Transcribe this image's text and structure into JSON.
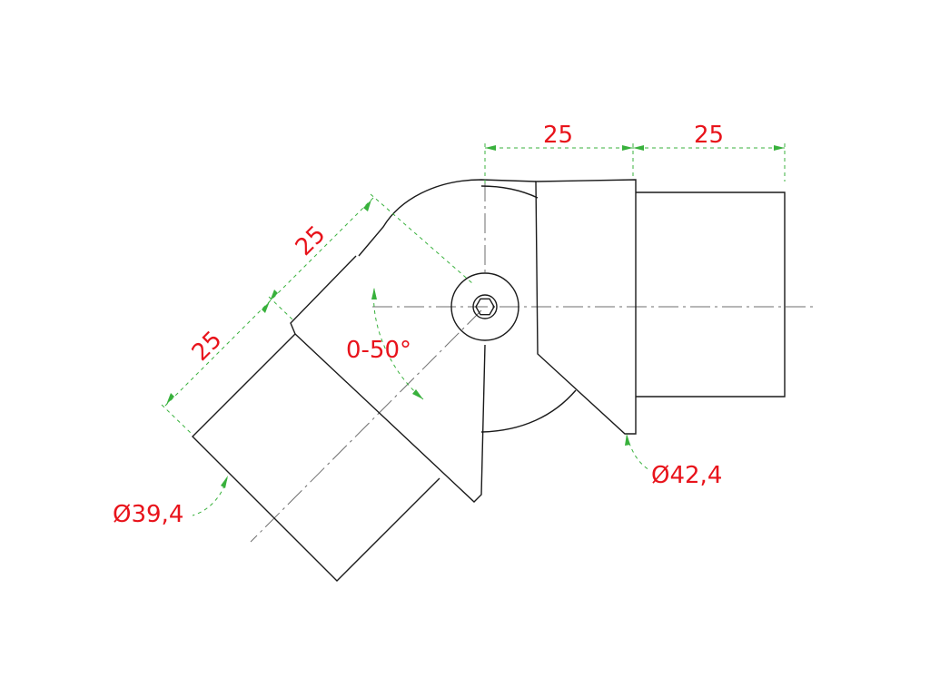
{
  "dimensions": {
    "top_left_length": "25",
    "top_right_length": "25",
    "diag_upper_length": "25",
    "diag_lower_length": "25",
    "angle_range": "0-50°",
    "diameter_right": "Ø42,4",
    "diameter_left": "Ø39,4"
  },
  "colors": {
    "outline": "#1a1a1a",
    "center_line": "#6e6e6e",
    "dimension_line": "#38b13c",
    "dimension_text": "#e8131b"
  }
}
